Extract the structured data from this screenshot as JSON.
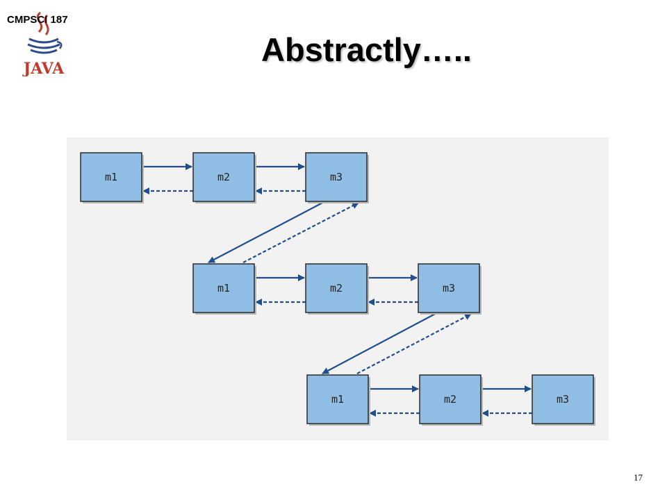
{
  "header": {
    "course": "CMPSCI 187",
    "logo_text": "JAVA",
    "title": "Abstractly….."
  },
  "colors": {
    "node_fill": "#8fbde4",
    "node_stroke": "#2a2a2a",
    "arrow": "#1f4e8c",
    "panel": "#f2f2f2"
  },
  "diagram": {
    "rows": [
      {
        "nodes": [
          "m1",
          "m2",
          "m3"
        ]
      },
      {
        "nodes": [
          "m1",
          "m2",
          "m3"
        ]
      },
      {
        "nodes": [
          "m1",
          "m2",
          "m3"
        ]
      }
    ],
    "edges": [
      {
        "from": "0.0",
        "to": "0.1",
        "style": "solid"
      },
      {
        "from": "0.1",
        "to": "0.0",
        "style": "dashed"
      },
      {
        "from": "0.1",
        "to": "0.2",
        "style": "solid"
      },
      {
        "from": "0.2",
        "to": "0.1",
        "style": "dashed"
      },
      {
        "from": "0.2",
        "to": "1.0",
        "style": "solid"
      },
      {
        "from": "1.0",
        "to": "0.2",
        "style": "dashed"
      },
      {
        "from": "1.0",
        "to": "1.1",
        "style": "solid"
      },
      {
        "from": "1.1",
        "to": "1.0",
        "style": "dashed"
      },
      {
        "from": "1.1",
        "to": "1.2",
        "style": "solid"
      },
      {
        "from": "1.2",
        "to": "1.1",
        "style": "dashed"
      },
      {
        "from": "1.2",
        "to": "2.0",
        "style": "solid"
      },
      {
        "from": "2.0",
        "to": "1.2",
        "style": "dashed"
      },
      {
        "from": "2.0",
        "to": "2.1",
        "style": "solid"
      },
      {
        "from": "2.1",
        "to": "2.0",
        "style": "dashed"
      },
      {
        "from": "2.1",
        "to": "2.2",
        "style": "solid"
      },
      {
        "from": "2.2",
        "to": "2.1",
        "style": "dashed"
      }
    ]
  },
  "footer": {
    "slide_number": "17"
  }
}
